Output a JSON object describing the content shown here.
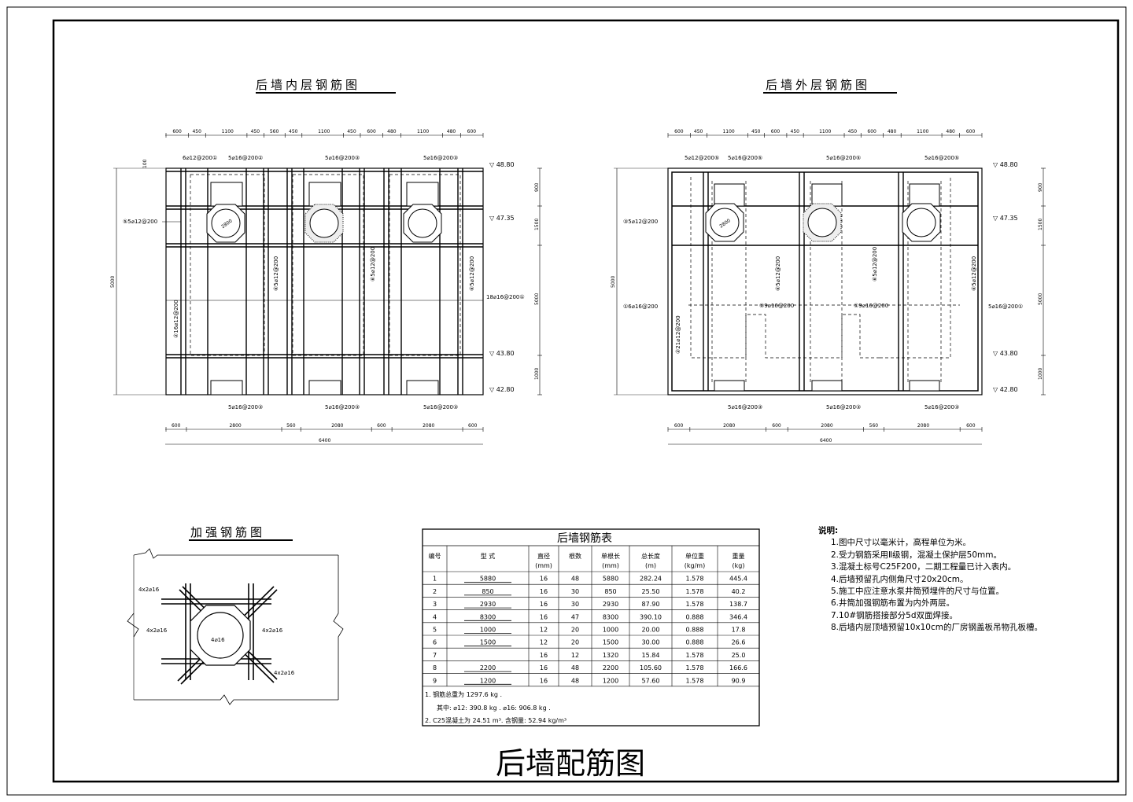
{
  "drawing": {
    "main_title": "后墙配筋图",
    "inner": {
      "title": "后墙内层钢筋图",
      "top_dims": [
        "600",
        "450",
        "1100",
        "450",
        "560",
        "450",
        "1100",
        "450",
        "600",
        "480",
        "1100",
        "480",
        "600"
      ],
      "bottom_dims": [
        "600",
        "2800",
        "560",
        "2080",
        "600",
        "2080",
        "600"
      ],
      "total_width": "6400",
      "height_total": "5000",
      "right_dims": [
        "900",
        "1500",
        "5000",
        "1000"
      ],
      "elevations": [
        "48.80",
        "47.35",
        "43.80",
        "42.80"
      ],
      "small_dim": "100",
      "labels": {
        "top1": "6⌀12@200①",
        "top2": "5⌀16@200②",
        "top3": "5⌀16@200③",
        "top4": "5⌀16@200③",
        "left": "⑤5⌀12@200",
        "mid_vert": "②16⌀12@200",
        "v1": "⑥5⌀12@200",
        "v2": "⑥5⌀12@200",
        "v3": "⑥5⌀12@200",
        "right": "18⌀16@200①",
        "bot1": "5⌀16@200③",
        "bot2": "5⌀16@200③",
        "bot3": "5⌀16@200③",
        "circle": "2800"
      }
    },
    "outer": {
      "title": "后墙外层钢筋图",
      "top_dims": [
        "600",
        "450",
        "1100",
        "450",
        "600",
        "450",
        "1100",
        "450",
        "600",
        "480",
        "1100",
        "480",
        "600"
      ],
      "bottom_dims": [
        "600",
        "2080",
        "600",
        "2080",
        "560",
        "2080",
        "600"
      ],
      "total_width": "6400",
      "height_total": "5000",
      "right_dims": [
        "900",
        "1500",
        "5000",
        "1000"
      ],
      "elevations": [
        "48.80",
        "47.35",
        "43.80",
        "42.80"
      ],
      "labels": {
        "top1": "5⌀12@200⑤",
        "top2": "5⌀16@200⑤",
        "top3": "5⌀16@200⑤",
        "top4": "5⌀16@200⑤",
        "left": "③5⌀12@200",
        "left2": "①6⌀16@200",
        "mid_vert": "②21⌀12@200",
        "h1": "①9⌀16@200",
        "h2": "①9⌀16@200",
        "right": "5⌀16@200①",
        "v1": "⑥5⌀12@200",
        "v2": "⑥5⌀12@200",
        "v3": "⑥5⌀12@200",
        "bot1": "5⌀16@200③",
        "bot2": "5⌀16@200③",
        "bot3": "5⌀16@200③",
        "circle": "2800"
      }
    },
    "reinforce": {
      "title": "加强钢筋图",
      "l1": "4x2⌀16",
      "l2": "4x2⌀16",
      "l3": "4x2⌀16",
      "l4": "4x2⌀16",
      "center": "4⌀16"
    }
  },
  "table": {
    "title": "后墙钢筋表",
    "headers": [
      "编号",
      "型 式",
      "直径",
      "根数",
      "单根长",
      "总长度",
      "单位重",
      "重量"
    ],
    "units": [
      "",
      "",
      "(mm)",
      "",
      "(mm)",
      "(m)",
      "(kg/m)",
      "(kg)"
    ],
    "rows": [
      [
        "1",
        "5880",
        "16",
        "48",
        "5880",
        "282.24",
        "1.578",
        "445.4"
      ],
      [
        "2",
        "850",
        "16",
        "30",
        "850",
        "25.50",
        "1.578",
        "40.2"
      ],
      [
        "3",
        "2930",
        "16",
        "30",
        "2930",
        "87.90",
        "1.578",
        "138.7"
      ],
      [
        "4",
        "8300",
        "16",
        "47",
        "8300",
        "390.10",
        "0.888",
        "346.4"
      ],
      [
        "5",
        "1000",
        "12",
        "20",
        "1000",
        "20.00",
        "0.888",
        "17.8"
      ],
      [
        "6",
        "1500",
        "12",
        "20",
        "1500",
        "30.00",
        "0.888",
        "26.6"
      ],
      [
        "7",
        "",
        "16",
        "12",
        "1320",
        "15.84",
        "1.578",
        "25.0"
      ],
      [
        "8",
        "2200",
        "16",
        "48",
        "2200",
        "105.60",
        "1.578",
        "166.6"
      ],
      [
        "9",
        "1200",
        "16",
        "48",
        "1200",
        "57.60",
        "1.578",
        "90.9"
      ]
    ],
    "footer1": "1. 钢筋总重为   1297.6  kg .",
    "footer2": "其中:  ⌀12:  390.8  kg .     ⌀16:  906.8  kg .",
    "footer3": "2. C25混凝土为   24.51  m³.   含钢量:  52.94   kg/m³"
  },
  "notes": {
    "title": "说明:",
    "items": [
      "1.图中尺寸以毫米计，高程单位为米。",
      "2.受力钢筋采用Ⅱ级钢，混凝土保护层50mm。",
      "3.混凝土标号C25F200，二期工程量已计入表内。",
      "4.后墙预留孔内侧角尺寸20x20cm。",
      "5.施工中应注意水泵井筒预埋件的尺寸与位置。",
      "6.井筒加强钢筋布置为内外两层。",
      "7.10#钢筋搭接部分5d双面焊接。",
      "8.后墙内层顶墙预留10x10cm的厂房钢盖板吊物孔板槽。"
    ]
  }
}
